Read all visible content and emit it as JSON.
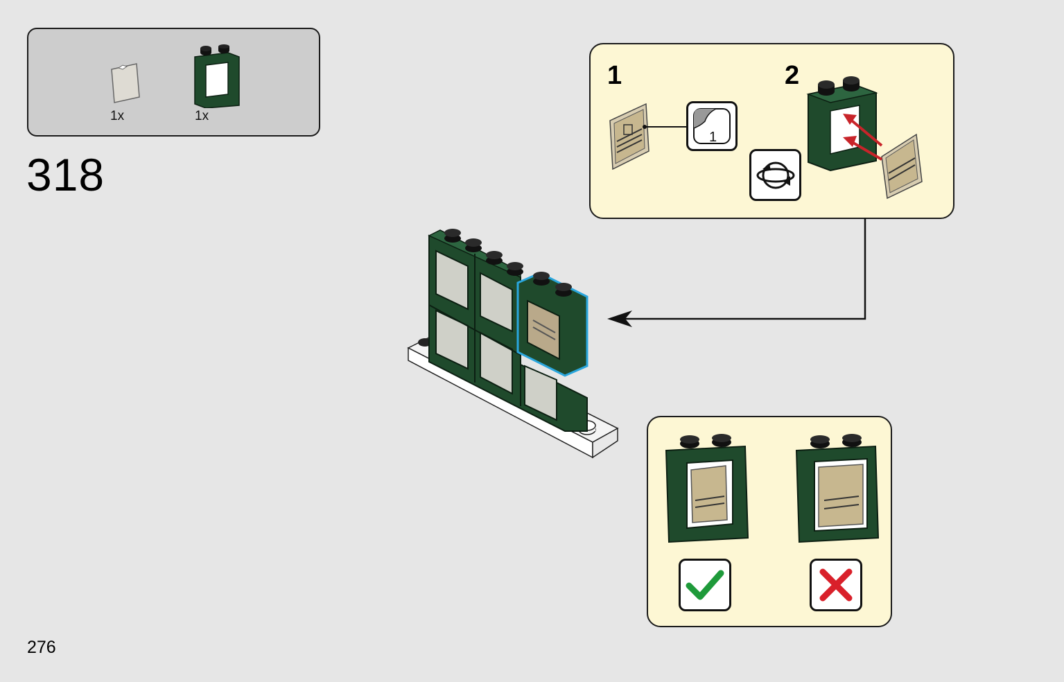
{
  "parts_list": {
    "items": [
      {
        "name": "transparent-glass-pane",
        "quantity": "1x"
      },
      {
        "name": "dark-green-window-frame",
        "quantity": "1x"
      }
    ]
  },
  "step": {
    "number": "318"
  },
  "substeps": [
    {
      "label": "1",
      "sticker_number": "1"
    },
    {
      "label": "2"
    }
  ],
  "page": {
    "number": "276"
  },
  "colors": {
    "background": "#e6e6e6",
    "parts_box": "#cdcdcd",
    "callout": "#fdf7d4",
    "brick_green": "#1f4a2c",
    "highlight_blue": "#2aa6dd",
    "arrow_red": "#c8242a",
    "check_green": "#1e9a3a",
    "cross_red": "#d9202a"
  },
  "icons": [
    "sticker-icon",
    "rotate-model-icon",
    "check-icon",
    "cross-icon"
  ]
}
